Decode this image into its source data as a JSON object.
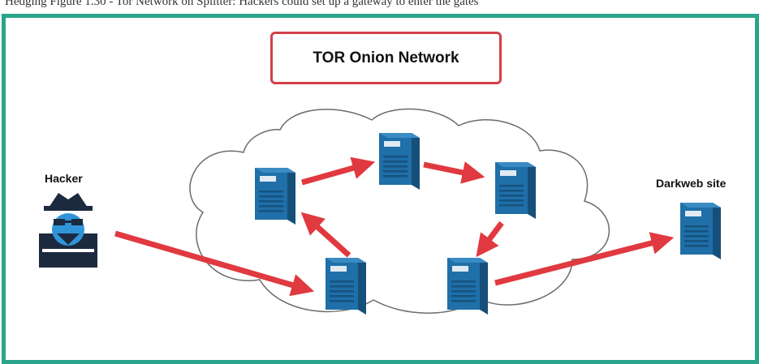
{
  "top_text": "Hedging Figure 1.30 - Tor Network on Splitter: Hackers could set up a gateway to enter the gates",
  "title": "TOR Onion Network",
  "nodes": {
    "hacker": {
      "label": "Hacker",
      "icon": "hacker-spy-icon"
    },
    "darkweb": {
      "label": "Darkweb site",
      "icon": "server-icon"
    },
    "relays": [
      "relay-entry",
      "relay-left",
      "relay-top",
      "relay-right",
      "relay-exit"
    ]
  },
  "colors": {
    "frame": "#2aa58b",
    "title_border": "#d2404a",
    "arrow": "#e0393f",
    "server_body": "#1f6fa8",
    "server_dark": "#164f7a",
    "cloud_stroke": "#6b6b6b"
  }
}
